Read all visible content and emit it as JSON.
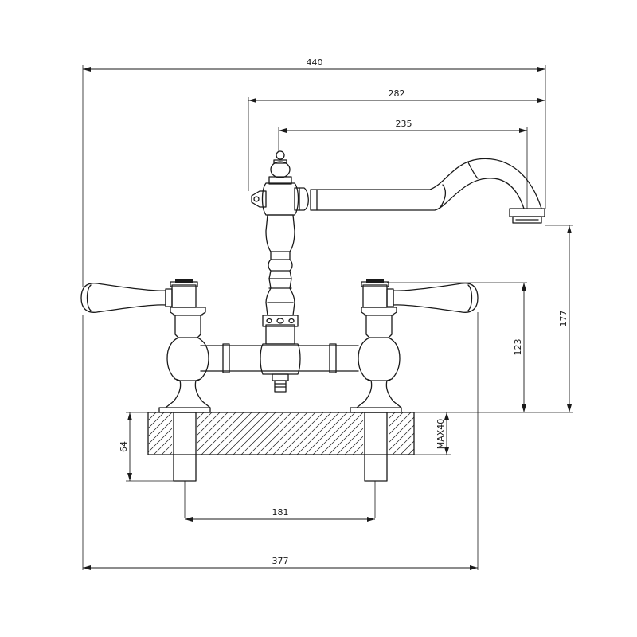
{
  "dimensions": {
    "overall_width": "440",
    "spout_reach": "282",
    "spout_outlet": "235",
    "spout_height": "177",
    "handle_height": "123",
    "base_width": "377",
    "tail_spacing": "181",
    "shank_length": "64",
    "max_deck": "MAX40"
  },
  "colors": {
    "line": "#1a1a1a",
    "background": "#ffffff"
  }
}
